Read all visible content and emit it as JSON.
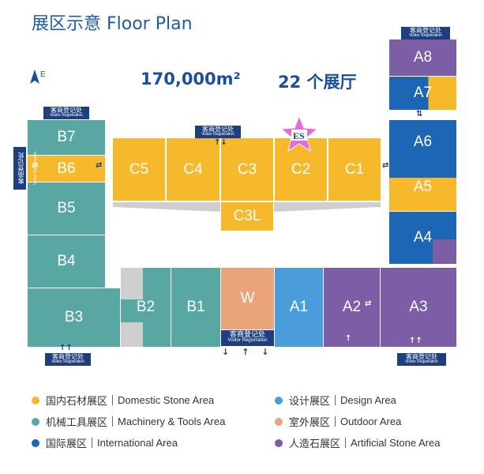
{
  "title": "展区示意 Floor Plan",
  "area": "170,000m²",
  "halls_count": "22 个展厅",
  "compass_letter": "E",
  "registration": {
    "cn": "客商登记处",
    "en": "Visitor Registration"
  },
  "colors": {
    "domestic": "#f6b92c",
    "machinery": "#58a7a2",
    "international": "#1d66b5",
    "design": "#4a9cdb",
    "outdoor": "#e9a47a",
    "artificial": "#7b5ea6",
    "gray": "#cfcfcf"
  },
  "halls": {
    "A8": "A8",
    "A7": "A7",
    "A6": "A6",
    "A5": "A5",
    "A4": "A4",
    "A3": "A3",
    "A2": "A2",
    "A1": "A1",
    "W": "W",
    "B1": "B1",
    "B2": "B2",
    "B3": "B3",
    "B4": "B4",
    "B5": "B5",
    "B6": "B6",
    "B7": "B7",
    "C1": "C1",
    "C2": "C2",
    "C3": "C3",
    "C3L": "C3L",
    "C4": "C4",
    "C5": "C5"
  },
  "logo_text": "ES",
  "legend": [
    {
      "cn": "国内石材展区",
      "en": "Domestic Stone Area",
      "color": "#f6b92c"
    },
    {
      "cn": "设计展区",
      "en": "Design Area",
      "color": "#4a9cdb"
    },
    {
      "cn": "机械工具展区",
      "en": "Machinery & Tools Area",
      "color": "#58a7a2"
    },
    {
      "cn": "室外展区",
      "en": "Outdoor Area",
      "color": "#e9a47a"
    },
    {
      "cn": "国际展区",
      "en": "International Area",
      "color": "#1d66b5"
    },
    {
      "cn": "人造石展区",
      "en": "Artificial Stone Area",
      "color": "#7b5ea6"
    }
  ]
}
